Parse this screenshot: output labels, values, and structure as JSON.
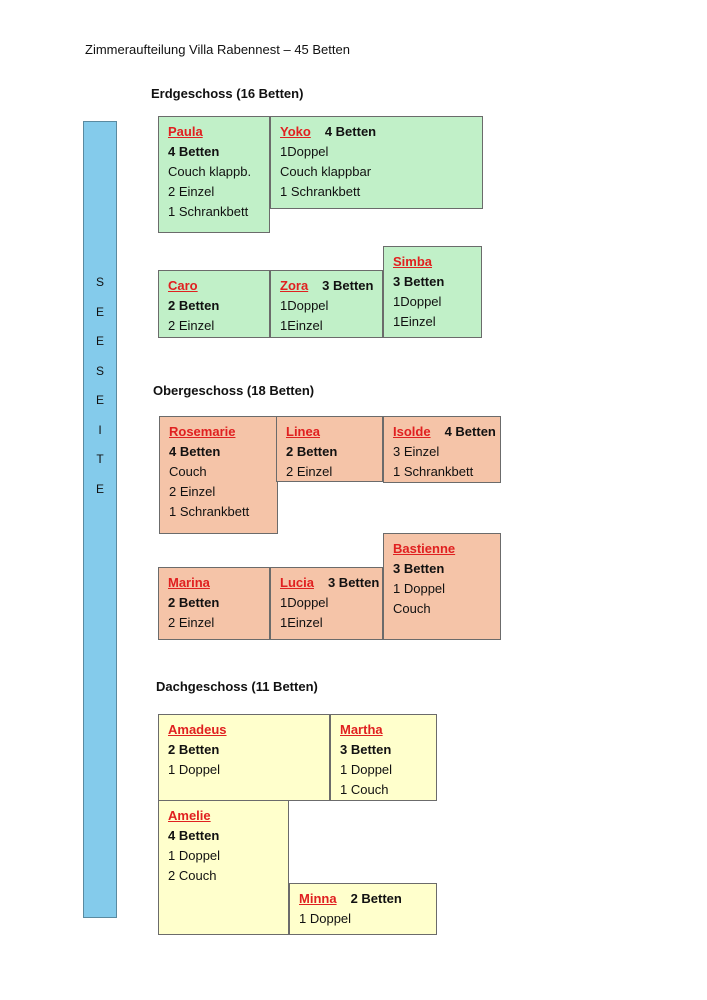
{
  "title": "Zimmeraufteilung Villa Rabennest – 45 Betten",
  "side_label": [
    "S",
    "E",
    "E",
    "S",
    "E",
    "I",
    "T",
    "E"
  ],
  "floors": [
    {
      "label": "Erdgeschoss (16 Betten)",
      "color": "#c1f0c8",
      "rooms": [
        {
          "name": "Paula",
          "beds": "4 Betten",
          "items": [
            "Couch klappb.",
            "2 Einzel",
            "1 Schrankbett"
          ]
        },
        {
          "name": "Yoko",
          "beds": "4 Betten",
          "items": [
            "1Doppel",
            "Couch klappbar",
            "1 Schrankbett"
          ]
        },
        {
          "name": "Caro",
          "beds": "2 Betten",
          "items": [
            "2 Einzel"
          ]
        },
        {
          "name": "Zora",
          "beds": "3 Betten",
          "items": [
            "1Doppel",
            "1Einzel"
          ]
        },
        {
          "name": "Simba",
          "beds": "3 Betten",
          "items": [
            "1Doppel",
            "1Einzel"
          ]
        }
      ]
    },
    {
      "label": "Obergeschoss (18 Betten)",
      "color": "#f5c4a8",
      "rooms": [
        {
          "name": "Rosemarie",
          "beds": "4 Betten",
          "items": [
            "Couch",
            "2 Einzel",
            "1 Schrankbett"
          ]
        },
        {
          "name": "Linea",
          "beds": "2 Betten",
          "items": [
            "2 Einzel"
          ]
        },
        {
          "name": "Isolde",
          "beds": "4 Betten",
          "items": [
            "3 Einzel",
            "1 Schrankbett"
          ]
        },
        {
          "name": "Marina",
          "beds": "2 Betten",
          "items": [
            "2 Einzel"
          ]
        },
        {
          "name": "Lucia",
          "beds": "3 Betten",
          "items": [
            "1Doppel",
            "1Einzel"
          ]
        },
        {
          "name": "Bastienne",
          "beds": "3 Betten",
          "items": [
            "1 Doppel",
            "Couch"
          ]
        }
      ]
    },
    {
      "label": "Dachgeschoss (11 Betten)",
      "color": "#ffffcc",
      "rooms": [
        {
          "name": "Amadeus",
          "beds": "2 Betten",
          "items": [
            "1 Doppel"
          ]
        },
        {
          "name": "Martha",
          "beds": "3 Betten",
          "items": [
            "1 Doppel",
            "1 Couch"
          ]
        },
        {
          "name": "Amelie",
          "beds": "4 Betten",
          "items": [
            "1 Doppel",
            "2 Couch"
          ]
        },
        {
          "name": "Minna",
          "beds": "2 Betten",
          "items": [
            "1 Doppel"
          ]
        }
      ]
    }
  ]
}
